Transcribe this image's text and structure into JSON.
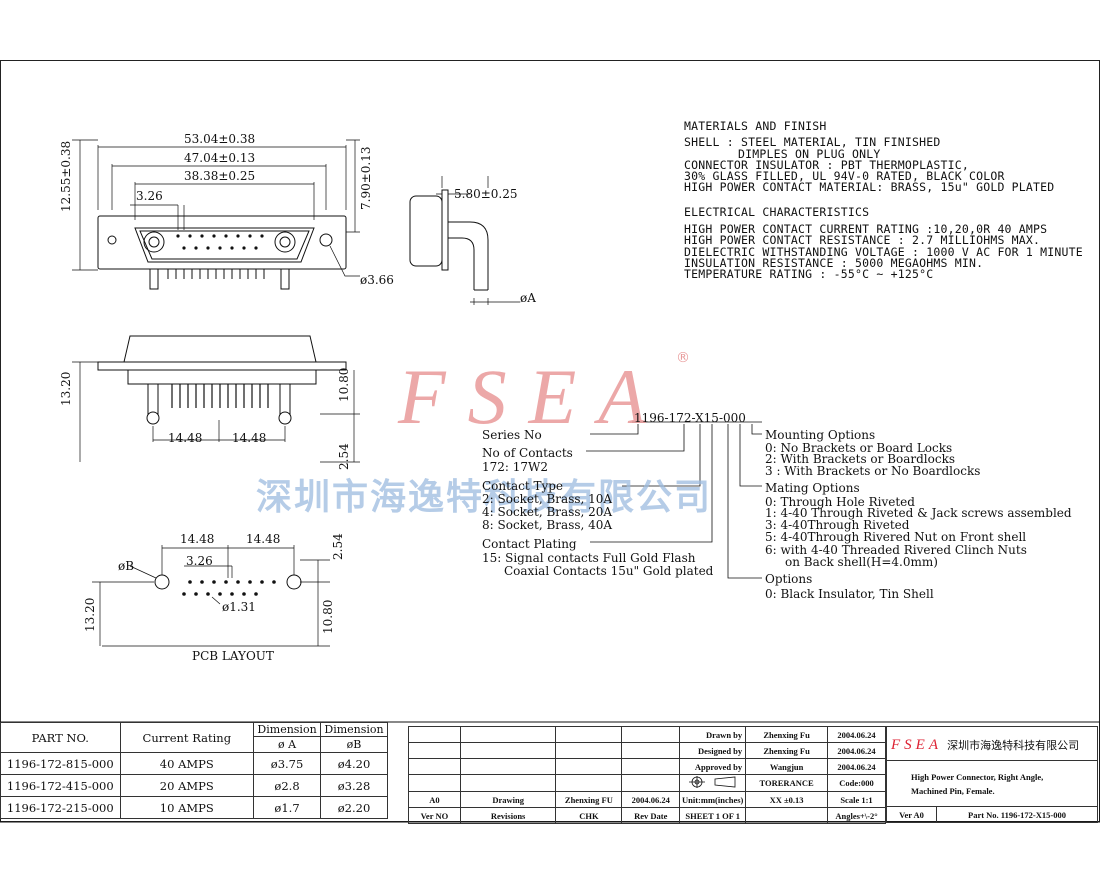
{
  "materials": {
    "heading": "MATERIALS AND FINISH",
    "lines": [
      "SHELL : STEEL MATERIAL, TIN FINISHED",
      "DIMPLES ON PLUG ONLY",
      "CONNECTOR INSULATOR : PBT THERMOPLASTIC,",
      "30% GLASS FILLED, UL 94V-0 RATED, BLACK COLOR",
      "HIGH POWER CONTACT MATERIAL: BRASS, 15u\" GOLD PLATED"
    ]
  },
  "electrical": {
    "heading": "ELECTRICAL CHARACTERISTICS",
    "lines": [
      "HIGH POWER CONTACT CURRENT RATING :10,20,0R 40 AMPS",
      "HIGH POWER CONTACT RESISTANCE : 2.7 MILLIOHMS MAX.",
      "DIELECTRIC WITHSTANDING VOLTAGE : 1000 V AC FOR 1 MINUTE",
      "INSULATION RESISTANCE : 5000 MEGAOHMS MIN.",
      "TEMPERATURE RATING : -55°C ~ +125°C"
    ]
  },
  "dims": {
    "overall_w": "53.04±0.38",
    "mount_w": "47.04±0.13",
    "shell_w": "38.38±0.25",
    "pitch": "3.26",
    "height": "12.55±0.38",
    "shell_h": "7.90±0.13",
    "hole": "ø3.66",
    "depth": "5.80±0.25",
    "phiA": "øA",
    "side_h": "13.20",
    "tail_h": "10.80",
    "pin_sp1": "14.48",
    "pin_sp2": "14.48",
    "offset": "2.54"
  },
  "pcb": {
    "sp1": "14.48",
    "sp2": "14.48",
    "pitch": "3.26",
    "phiB": "øB",
    "phi_small": "ø1.31",
    "offset": "2.54",
    "h": "13.20",
    "h2": "10.80",
    "label": "PCB LAYOUT"
  },
  "watermark": {
    "logo": "FSEA",
    "reg": "®",
    "company": "深圳市海逸特科技有限公司"
  },
  "ordering": {
    "code": "1196-172-X15-000",
    "series_label": "Series No",
    "contacts_label": "No of Contacts",
    "contacts_value": "172: 17W2",
    "type_label": "Contact Type",
    "type_options": [
      "2: Socket, Brass, 10A",
      "4: Socket, Brass, 20A",
      "8: Socket, Brass, 40A"
    ],
    "plating_label": "Contact Plating",
    "plating_options": [
      "15: Signal contacts Full Gold Flash",
      "Coaxial Contacts 15u\" Gold plated"
    ],
    "mounting_label": "Mounting Options",
    "mounting_options": [
      "0: No Brackets or Board Locks",
      "2: With Brackets or Boardlocks",
      "3 : With Brackets or No Boardlocks"
    ],
    "mating_label": "Mating Options",
    "mating_options": [
      "0: Through Hole Riveted",
      "1: 4-40 Through Riveted & Jack screws assembled",
      "3: 4-40Through Riveted",
      "5: 4-40Through Rivered Nut on Front shell",
      "6: with 4-40 Threaded Rivered Clinch Nuts",
      "on Back shell(H=4.0mm)"
    ],
    "options_label": "Options",
    "options_value": "0: Black Insulator, Tin Shell"
  },
  "parts_table": {
    "headers": [
      "PART NO.",
      "Current Rating",
      "Dimension",
      "Dimension"
    ],
    "subheaders": [
      "ø A",
      "øB"
    ],
    "rows": [
      [
        "1196-172-815-000",
        "40 AMPS",
        "ø3.75",
        "ø4.20"
      ],
      [
        "1196-172-415-000",
        "20 AMPS",
        "ø2.8",
        "ø3.28"
      ],
      [
        "1196-172-215-000",
        "10 AMPS",
        "ø1.7",
        "ø2.20"
      ]
    ]
  },
  "title_block": {
    "drawn_label": "Drawn by",
    "drawn_name": "Zhenxing Fu",
    "drawn_date": "2004.06.24",
    "designed_label": "Designed by",
    "designed_name": "Zhenxing Fu",
    "designed_date": "2004.06.24",
    "approved_label": "Approved by",
    "approved_name": "Wangjun",
    "approved_date": "2004.06.24",
    "tolerance_label": "TORERANCE",
    "code": "Code:000",
    "units": "Unit:mm(inches)",
    "tol_xx": "XX ±0.13",
    "scale": "Scale 1:1",
    "angles": "Angles+\\-2°",
    "rev_row": [
      "A0",
      "Drawing",
      "Zhenxing FU",
      "2004.06.24"
    ],
    "rev_headers": [
      "Ver NO",
      "Revisions",
      "CHK",
      "Rev Date"
    ],
    "sheet": "SHEET 1 OF 1",
    "company_logo": "FSEA",
    "company": "深圳市海逸特科技有限公司",
    "desc1": "High Power Connector, Right Angle,",
    "desc2": "Machined Pin, Female.",
    "ver": "Ver A0",
    "part_no": "Part No. 1196-172-X15-000"
  }
}
